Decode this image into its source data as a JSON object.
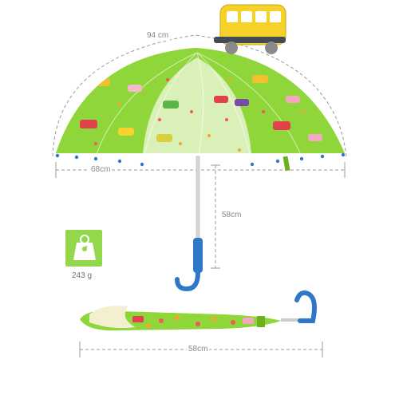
{
  "dimensions": {
    "canopy_arc": "94 cm",
    "canopy_width": "68cm",
    "shaft_length": "58cm",
    "folded_length": "58cm"
  },
  "weight": {
    "value": "243 g",
    "icon": "weight-icon"
  },
  "colors": {
    "canopy": "#8fd63a",
    "canopy_dark": "#6cb21f",
    "clear_panel": "#e8f5d0",
    "handle": "#2f78c8",
    "bus": "#f4d22a",
    "dimension_line": "#9a9a9a",
    "weight_badge": "#93d84a"
  }
}
